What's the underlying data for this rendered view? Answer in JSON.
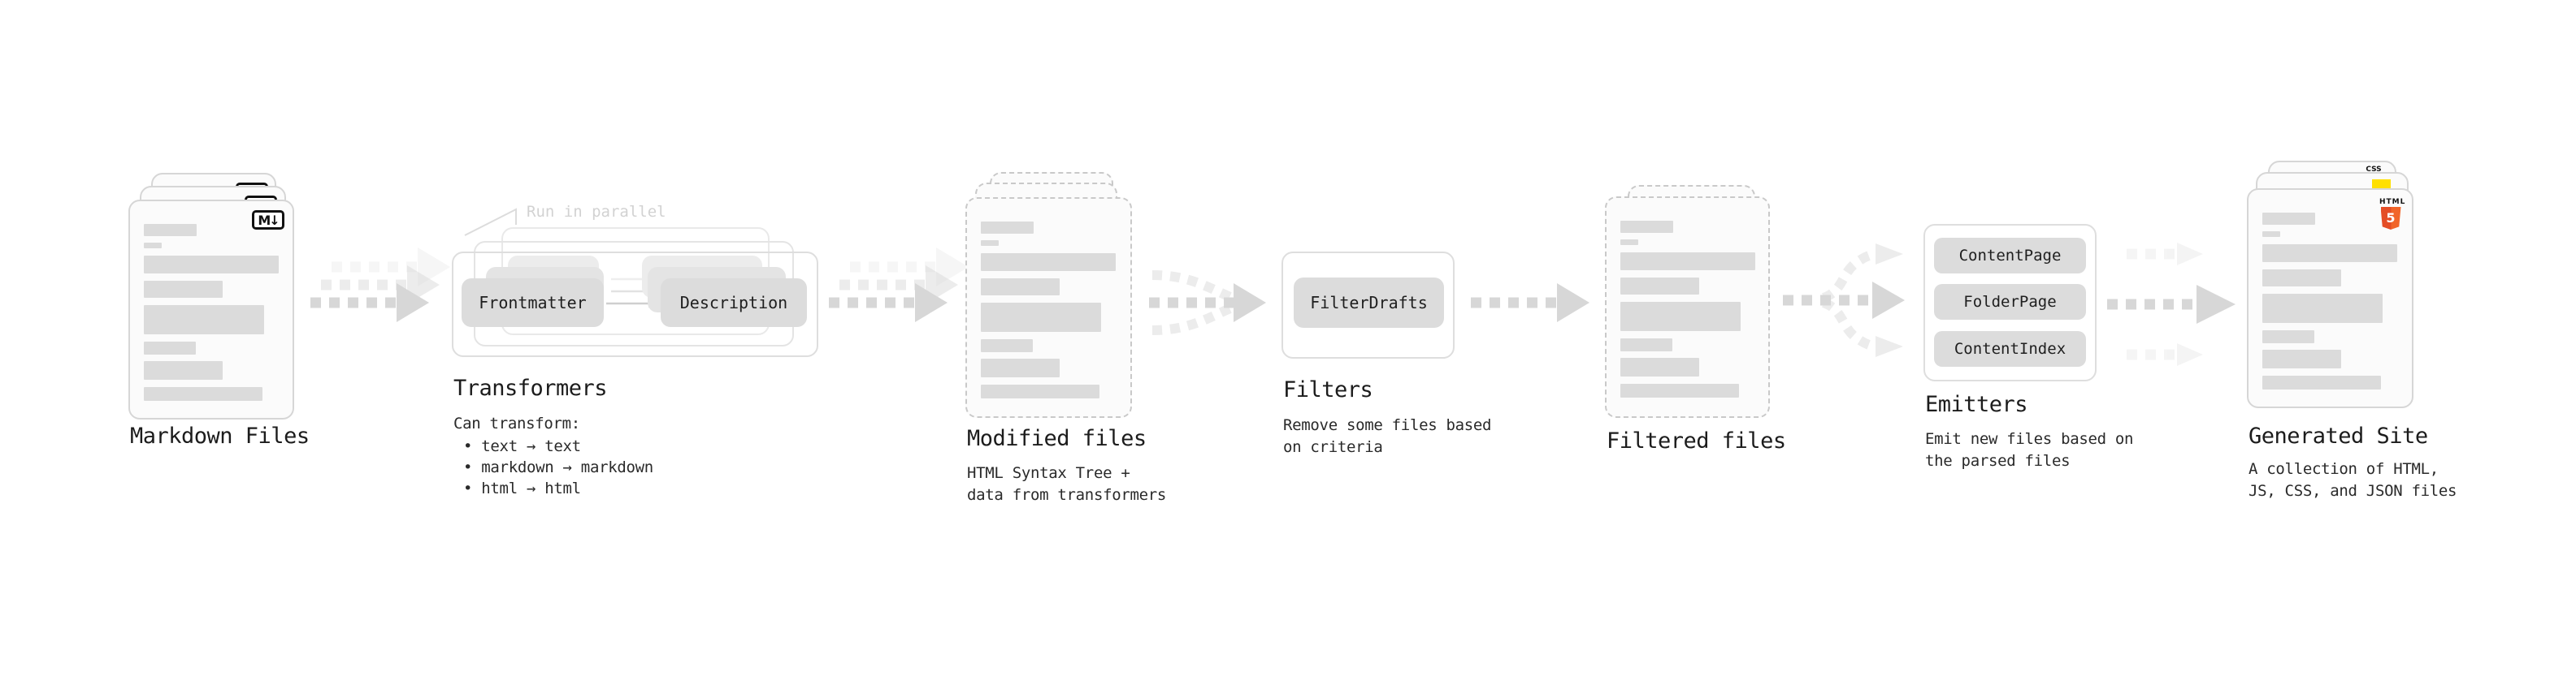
{
  "colors": {
    "card_border": "#d6d6d6",
    "dashed_card_border": "#c9c9c9",
    "placeholder_bar": "#dbdbdb",
    "button_bg": "#dcdcdc",
    "arrow": "#d7d7d7",
    "annotation_text": "#d2d2d2",
    "title_text": "#1c1c1c",
    "body_text": "#2a2a2a",
    "html5_orange": "#e44d26",
    "js_yellow": "#ffe000",
    "css_blue": "#2760e6"
  },
  "stages": {
    "markdown_files": {
      "title": "Markdown Files",
      "badge": "M↓"
    },
    "transformers": {
      "title": "Transformers",
      "annotation": "Run in parallel",
      "input_box": "Frontmatter",
      "output_box": "Description",
      "heading": "Can transform:",
      "bullets": [
        "• text → text",
        "• markdown → markdown",
        "• html → html"
      ]
    },
    "modified_files": {
      "title": "Modified files",
      "description": [
        "HTML Syntax Tree +",
        "data from transformers"
      ]
    },
    "filters": {
      "title": "Filters",
      "box": "FilterDrafts",
      "description": [
        "Remove some files based",
        "on criteria"
      ]
    },
    "filtered_files": {
      "title": "Filtered files"
    },
    "emitters": {
      "title": "Emitters",
      "boxes": [
        "ContentPage",
        "FolderPage",
        "ContentIndex"
      ],
      "description": [
        "Emit new files based on",
        "the parsed files"
      ]
    },
    "generated_site": {
      "title": "Generated Site",
      "badge_css": "CSS",
      "badge_html_word": "HTML",
      "badge_html_number": "5",
      "description": [
        "A collection of HTML,",
        "JS, CSS, and JSON files"
      ]
    }
  }
}
